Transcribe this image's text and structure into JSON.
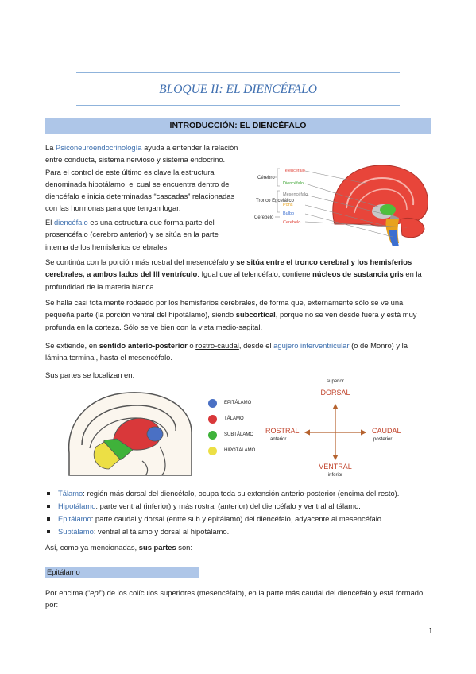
{
  "title": "BLOQUE II: EL DIENCÉFALO",
  "section_heading": "INTRODUCCIÓN: EL DIENCÉFALO",
  "para1": {
    "t1": "La ",
    "link": "Psiconeuroendocrinología",
    "t2": " ayuda a entender la relación entre conducta, sistema nervioso y sistema endocrino. Para el control de este último es clave la estructura denominada hipotálamo, el cual se encuentra dentro del diencéfalo e inicia determinadas “cascadas” relacionadas con las hormonas para que tengan lugar."
  },
  "para2": {
    "t1": "El ",
    "link": "diencéfalo",
    "t2": " es una estructura que forma parte del prosencéfalo (cerebro anterior) y se sitúa en la parte interna de los hemisferios cerebrales."
  },
  "para3": {
    "t1": "Se continúa con la porción más rostral del mesencéfalo y ",
    "b1": "se sitúa entre el tronco cerebral y los hemisferios cerebrales, a ambos lados del III ventrículo",
    "t2": ".  Igual que al telencéfalo, contiene ",
    "b2": "núcleos de sustancia gris",
    "t3": " en la profundidad de la materia blanca."
  },
  "para4": {
    "t1": "Se halla casi totalmente rodeado por los hemisferios cerebrales, de forma que, externamente sólo se ve una pequeña parte (la porción ventral del hipotálamo), siendo ",
    "b1": "subcortical",
    "t2": ", porque no se ven desde fuera y está muy profunda en la corteza. Sólo se ve bien con la vista medio-sagital."
  },
  "para5": {
    "t1": "Se extiende, en ",
    "b1": "sentido anterio-posterior",
    "t2": " o ",
    "u1": "rostro-caudal",
    "t3": ", desde el ",
    "link": "agujero interventricular",
    "t4": " (o de Monro) y la lámina terminal, hasta el mesencéfalo."
  },
  "para6": "Sus partes se localizan en:",
  "brain_figure_1": {
    "groups": [
      "Cérebro",
      "Tronco Encefálico",
      "Cerebelo"
    ],
    "labels": [
      "Telencéfalo",
      "Diencéfalo",
      "Mesencéfalo",
      "Pons",
      "Bulbo",
      "Cerebelo"
    ],
    "label_colors": [
      "#e0463c",
      "#44a83a",
      "#7a7a7a",
      "#e8a21c",
      "#3c6fd0",
      "#e0463c"
    ]
  },
  "brain_figure_2": {
    "legend": [
      {
        "name": "EPITÁLAMO",
        "color": "#4a70c4"
      },
      {
        "name": "TÁLAMO",
        "color": "#d9383a"
      },
      {
        "name": "SUBTÁLAMO",
        "color": "#3fb23a"
      },
      {
        "name": "HIPOTÁLAMO",
        "color": "#ecdf45"
      }
    ]
  },
  "compass": {
    "top_small": "superior",
    "top": "DORSAL",
    "left": "ROSTRAL",
    "left_small": "anterior",
    "right": "CAUDAL",
    "right_small": "posterior",
    "bottom": "VENTRAL",
    "bottom_small": "inferior"
  },
  "bullets": [
    {
      "term": "Tálamo",
      "text": ": región más dorsal del diencéfalo, ocupa toda su extensión anterio-posterior (encima del resto)."
    },
    {
      "term": "Hipotálamo",
      "text": ": parte ventral (inferior) y más rostral (anterior) del diencéfalo y ventral al tálamo."
    },
    {
      "term": "Epitálamo",
      "text": ": parte caudal y dorsal (entre sub y epitálamo) del diencéfalo, adyacente al mesencéfalo."
    },
    {
      "term": "Subtálamo",
      "text": ": ventral al tálamo y dorsal al hipotálamo."
    }
  ],
  "para7": {
    "t1": "Así, como ya mencionadas, ",
    "b1": "sus partes",
    "t2": " son:"
  },
  "subsection": "Epitálamo",
  "para8": {
    "t1": "Por encima (“",
    "i1": "epi",
    "t2": "”) de los colículos superiores (mesencéfalo), en la parte más caudal del diencéfalo y está formado por:"
  },
  "page_number": "1"
}
